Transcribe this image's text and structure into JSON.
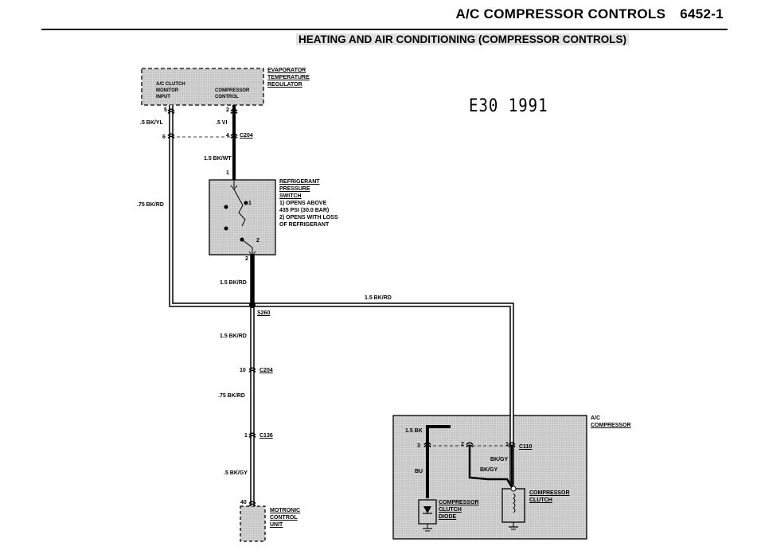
{
  "header": {
    "title": "A/C COMPRESSOR CONTROLS",
    "page_number": "6452-1"
  },
  "subheader": "HEATING AND AIR CONDITIONING (COMPRESSOR CONTROLS)",
  "model_tag": "E30 1991",
  "components": {
    "evaporator_regulator": {
      "name_lines": [
        "EVAPORATOR",
        "TEMPERATURE",
        "REGULATOR"
      ],
      "input_lines": [
        "A/C CLUTCH",
        "MONITOR",
        "INPUT"
      ],
      "control_lines": [
        "COMPRESSOR",
        "CONTROL"
      ],
      "pin_input": "5",
      "pin_control": "2"
    },
    "pressure_switch": {
      "name_lines": [
        "REFRIGERANT",
        "PRESSURE",
        "SWITCH"
      ],
      "note_lines": [
        "1) OPENS ABOVE",
        "435 PSI (30.0 BAR)",
        "2) OPENS WITH LOSS",
        "OF REFRIGERANT"
      ],
      "pin_top": "1",
      "pin_bottom": "2",
      "contact_1": "1",
      "contact_2": "2"
    },
    "motronic": {
      "name_lines": [
        "MOTRONIC",
        "CONTROL",
        "UNIT"
      ],
      "pin": "40"
    },
    "compressor": {
      "name_lines": [
        "A/C",
        "COMPRESSOR"
      ],
      "diode_lines": [
        "COMPRESSOR",
        "CLUTCH",
        "DIODE"
      ],
      "clutch_lines": [
        "COMPRESSOR",
        "CLUTCH"
      ],
      "pin_1": "1",
      "pin_2": "2",
      "pin_3": "3"
    }
  },
  "connectors": {
    "c204_top": {
      "name": "C204",
      "pin_left": "6",
      "pin_right": "4"
    },
    "c204_mid": {
      "name": "C204",
      "pin": "10"
    },
    "c136": {
      "name": "C136",
      "pin": "1"
    },
    "c110": {
      "name": "C110"
    },
    "s260": {
      "name": "S260"
    }
  },
  "wires": {
    "bk_yl": ".5 BK/YL",
    "vi": ".5 VI",
    "bk_wt": "1.5 BK/WT",
    "bk_rd_left": ".75 BK/RD",
    "bk_rd_switch": "1.5 BK/RD",
    "bk_rd_horizontal": "1.5 BK/RD",
    "bk_rd_s260": "1.5 BK/RD",
    "bk_rd_c204": ".75 BK/RD",
    "bk_gy_c136": ".5 BK/GY",
    "bk_1_5": "1.5 BK",
    "bu": "BU",
    "bk_gy_1": "BK/GY",
    "bk_gy_2": "BK/GY"
  }
}
